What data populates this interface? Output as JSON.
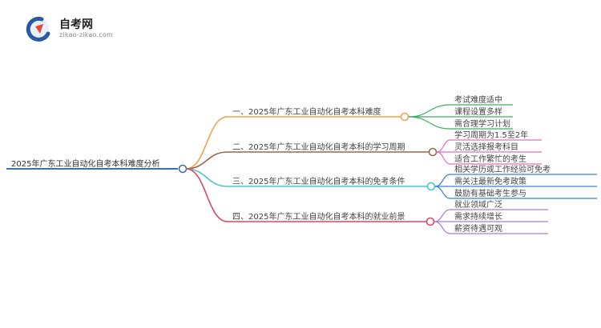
{
  "logo": {
    "name": "自考网",
    "url": "zikao-zikao.com"
  },
  "root": {
    "label": "2025年广东工业自动化自考本科难度分析",
    "color": "#3d6fb6"
  },
  "branches": [
    {
      "label": "一、2025年广东工业自动化自考本科难度",
      "color": "#f5a04e",
      "leaf_color": "#3fae61",
      "leaves": [
        "考试难度适中",
        "课程设置多样",
        "需合理学习计划"
      ]
    },
    {
      "label": "二、2025年广东工业自动化自考本科的学习周期",
      "color": "#a0654a",
      "leaf_color": "#e46fb4",
      "leaves": [
        "学习周期为1.5至2年",
        "灵活选择报考科目",
        "适合工作繁忙的考生"
      ]
    },
    {
      "label": "三、2025年广东工业自动化自考本科的免考条件",
      "color": "#4cc4c9",
      "leaf_color": "#3a7fd4",
      "leaves": [
        "相关学历或工作经验可免考",
        "需关注最新免考政策",
        "鼓励有基础考生参与"
      ]
    },
    {
      "label": "四、2025年广东工业自动化自考本科的就业前景",
      "color": "#dd4660",
      "leaf_color": "#a77fd0",
      "leaves": [
        "就业领域广泛",
        "需求持续增长",
        "薪资待遇可观"
      ]
    }
  ]
}
